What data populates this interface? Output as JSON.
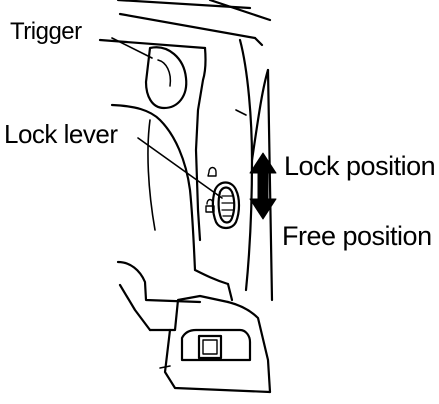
{
  "labels": {
    "trigger": "Trigger",
    "lock_lever": "Lock lever",
    "lock_position": "Lock position",
    "free_position": "Free position"
  },
  "colors": {
    "ink": "#000000",
    "background": "#ffffff"
  }
}
